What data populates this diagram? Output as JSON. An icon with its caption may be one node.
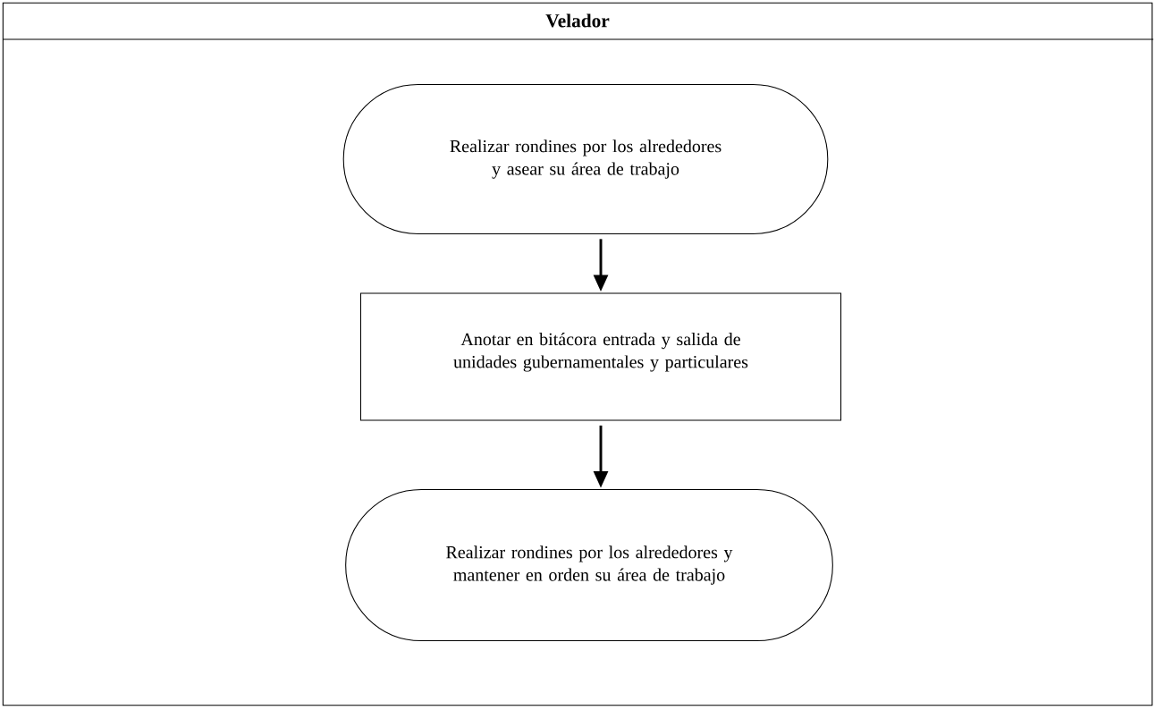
{
  "diagram": {
    "nodes": [
      {
        "text": [
          "Velador"
        ]
      },
      {
        "text": [
          "Realizar rondines por los alrededores y asear su área de trabajo"
        ],
        "in": 0
      },
      {
        "text": [
          "Anotar en bitácora entrada y salida de unidades gubernamentales y particulares"
        ],
        "in": 0
      },
      {
        "text": [
          "Realizar rondines por los alrededores y mantener en orden su área de trabajo"
        ],
        "in": 0
      }
    ],
    "edges": [
      {
        "from": 1,
        "to": 2,
        "arrow": "to"
      },
      {
        "from": 2,
        "to": 3,
        "arrow": "to"
      }
    ]
  }
}
